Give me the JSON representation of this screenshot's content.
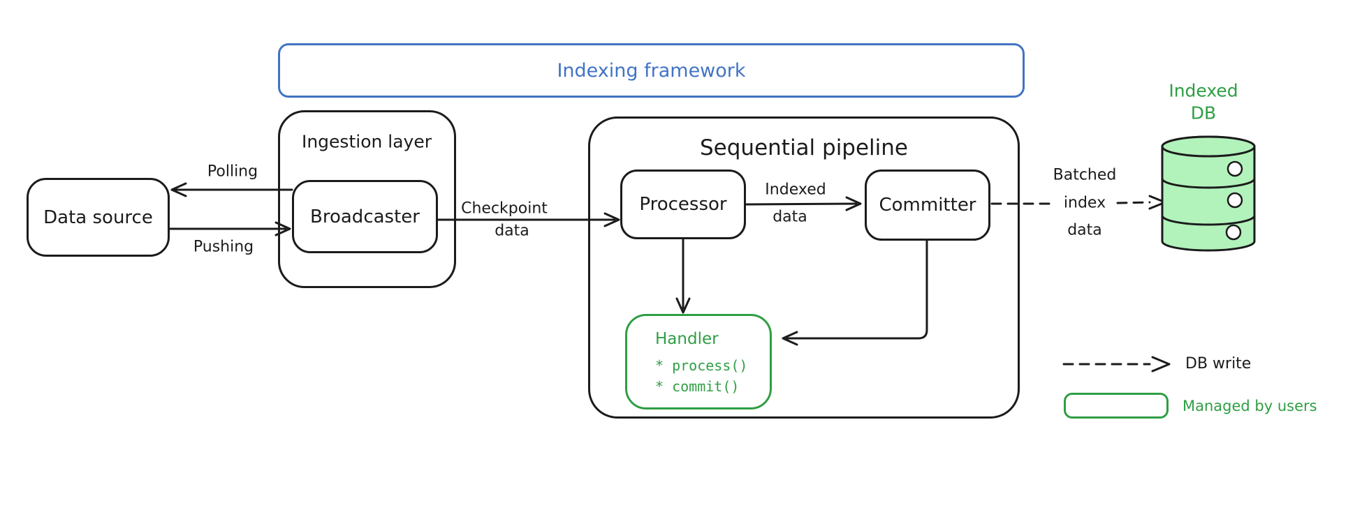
{
  "colors": {
    "ink": "#1b1b1b",
    "blue": "#4173c3",
    "green": "#2f9e44",
    "green_fill": "#b2f2bb",
    "background": "#ffffff"
  },
  "frame": {
    "title": "Indexing framework"
  },
  "nodes": {
    "data_source": {
      "label": "Data source"
    },
    "ingestion": {
      "label": "Ingestion layer"
    },
    "broadcaster": {
      "label": "Broadcaster"
    },
    "pipeline": {
      "label": "Sequential pipeline"
    },
    "processor": {
      "label": "Processor"
    },
    "committer": {
      "label": "Committer"
    },
    "handler": {
      "label": "Handler",
      "methods": [
        "* process()",
        "* commit()"
      ]
    },
    "indexed_db": {
      "line1": "Indexed",
      "line2": "DB"
    }
  },
  "edges": {
    "polling": {
      "label": "Polling"
    },
    "pushing": {
      "label": "Pushing"
    },
    "checkpoint": {
      "line1": "Checkpoint",
      "line2": "data"
    },
    "indexed_data": {
      "line1": "Indexed",
      "line2": "data"
    },
    "batched_index": {
      "line1": "Batched",
      "line2": "index",
      "line3": "data"
    }
  },
  "legend": {
    "db_write": "DB write",
    "managed_by_users": "Managed by users"
  }
}
